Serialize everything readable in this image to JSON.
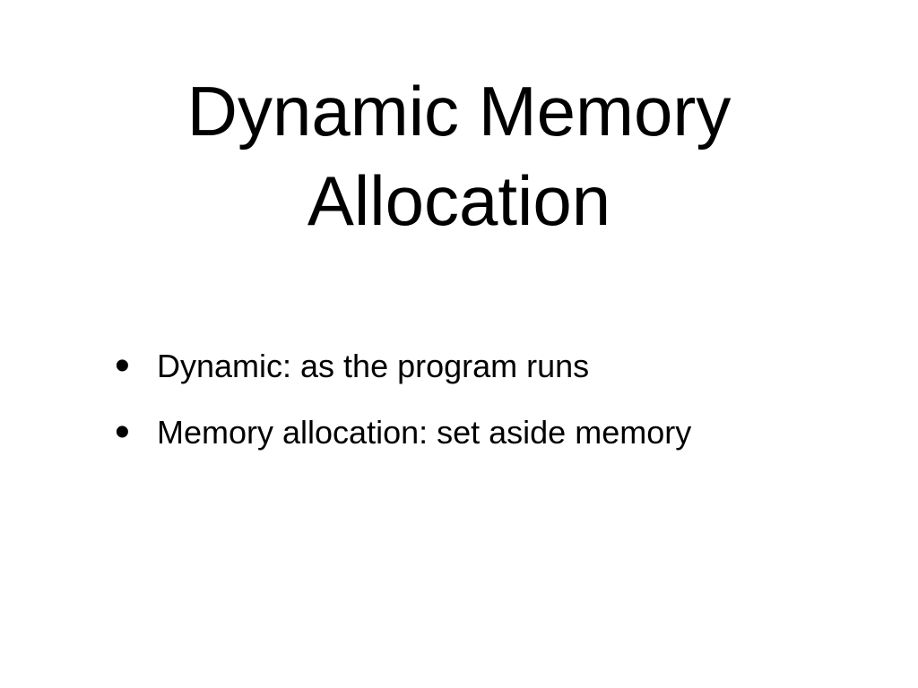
{
  "slide": {
    "title": [
      "Dynamic Memory",
      "Allocation"
    ],
    "bullets": [
      "Dynamic: as the program runs",
      "Memory allocation: set aside memory"
    ]
  }
}
